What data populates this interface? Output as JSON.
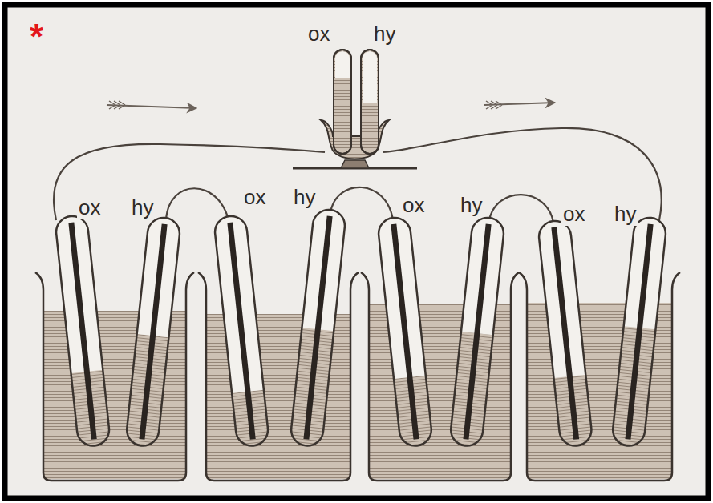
{
  "diagram": {
    "labels": [
      "*",
      "ox",
      "hy",
      "ox",
      "hy",
      "ox",
      "hy",
      "ox",
      "hy",
      "ox",
      "hy"
    ]
  }
}
